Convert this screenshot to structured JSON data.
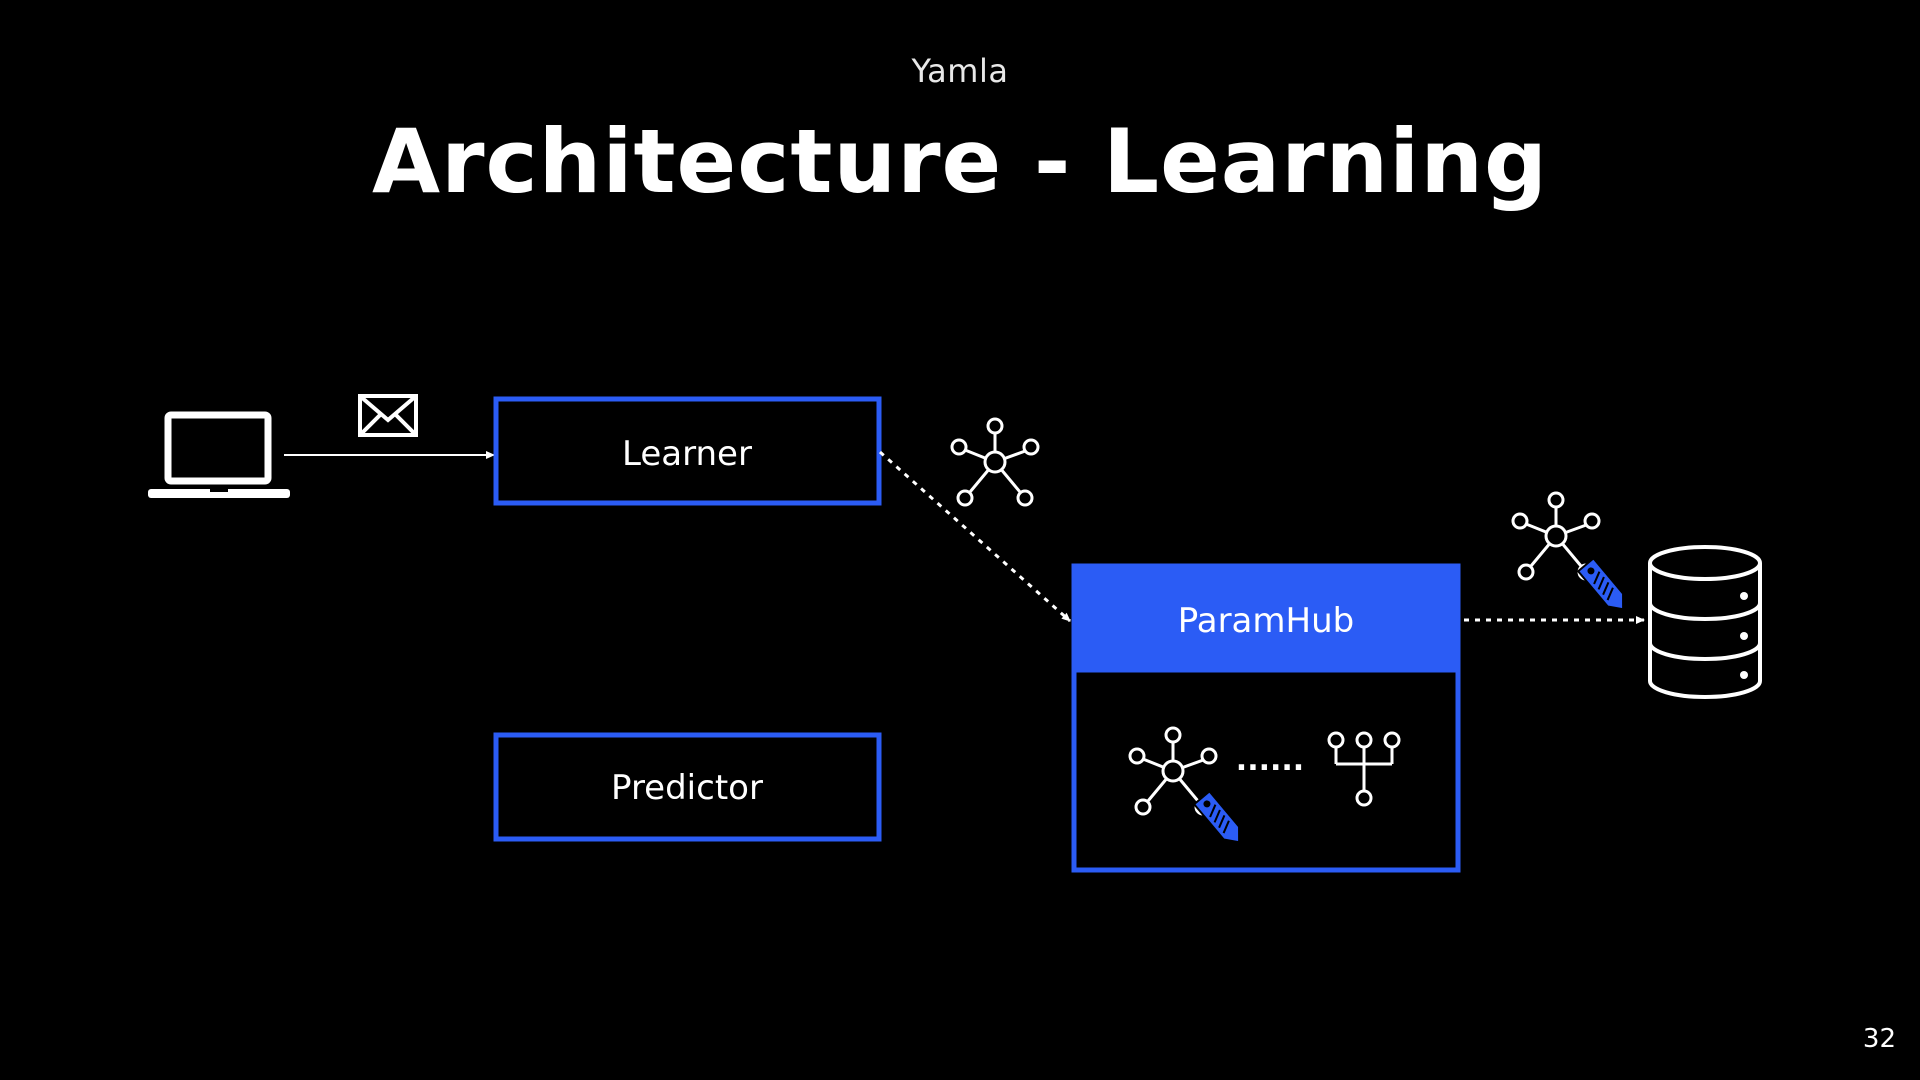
{
  "slide": {
    "kicker": "Yamla",
    "title": "Architecture - Learning",
    "page_number": "32"
  },
  "diagram": {
    "nodes": {
      "learner": "Learner",
      "predictor": "Predictor",
      "paramhub": "ParamHub"
    },
    "separator_dots": "......"
  },
  "colors": {
    "background": "#000000",
    "accent": "#2b5cf5",
    "foreground": "#ffffff"
  },
  "icons": {
    "client": "laptop-icon",
    "message": "envelope-icon",
    "model": "network-graph-icon",
    "tagged_model": "tagged-network-graph-icon",
    "tag": "price-tag-icon",
    "tree_model": "tree-structure-icon",
    "storage": "database-icon"
  }
}
